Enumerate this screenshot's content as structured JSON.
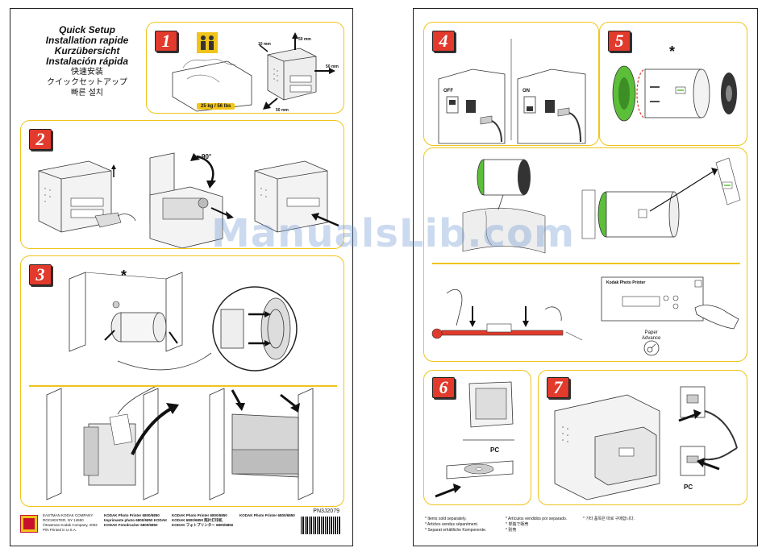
{
  "left_page": {
    "title_lines": [
      "Quick Setup",
      "Installation rapide",
      "Kurzübersicht",
      "Instalación rápida"
    ],
    "title_cjk": [
      "快速安装",
      "クイックセットアップ",
      "빠른 설치"
    ],
    "steps": {
      "s1": "1",
      "s2": "2",
      "s3": "3"
    },
    "step1": {
      "weight": "25 kg / 56 lbs",
      "dims": [
        "10 mm",
        "50 mm",
        "50 mm",
        "50 mm"
      ]
    },
    "step2": {
      "angle": "90°"
    },
    "step3": {
      "asterisk": "*"
    },
    "footer": {
      "company": [
        "EASTMAN KODAK COMPANY",
        "ROCHESTER, NY 14650",
        "©Eastman Kodak Company, 2002",
        "P/N          Printed in U.S.A."
      ],
      "printers_col1": [
        "KODAK Photo Printer 6800/6850",
        "Imprimante photo 6800/6850 KODAK",
        "KODAK Fotodrucker 6800/6850"
      ],
      "printers_col2": [
        "KODAK Photo Printer 6800/6850",
        "KODAK 6800/6850 照片打印机",
        "KODAK フォトプリンター 6800/6850"
      ],
      "printers_col3": [
        "KODAK Photo Printer 6800/6850"
      ],
      "part_number": "PN3J2079"
    }
  },
  "right_page": {
    "steps": {
      "s4": "4",
      "s5": "5",
      "s6": "6",
      "s7": "7"
    },
    "step4": {
      "off": "OFF",
      "on": "ON"
    },
    "step5": {
      "asterisk": "*",
      "panel_brand": "Kodak Photo Printer",
      "paper_advance": [
        "Paper",
        "Advance"
      ]
    },
    "step6": {
      "pc": "PC"
    },
    "step7": {
      "pc": "PC"
    },
    "notes": {
      "col1": [
        "* Items sold separately.",
        "* Articles vendus séparément.",
        "* Separat erhältliche Komponente."
      ],
      "col2": [
        "* Artículos vendidos por separado.",
        "* 単独で販売",
        "* 别売"
      ],
      "col3": [
        "* 기타 품목은 따로 구매합니다."
      ]
    }
  },
  "watermark": "ManualsLib.com",
  "colors": {
    "accent_yellow": "#f0c419",
    "step_red": "#e23a2c",
    "roll_green": "#5cbf3a"
  }
}
